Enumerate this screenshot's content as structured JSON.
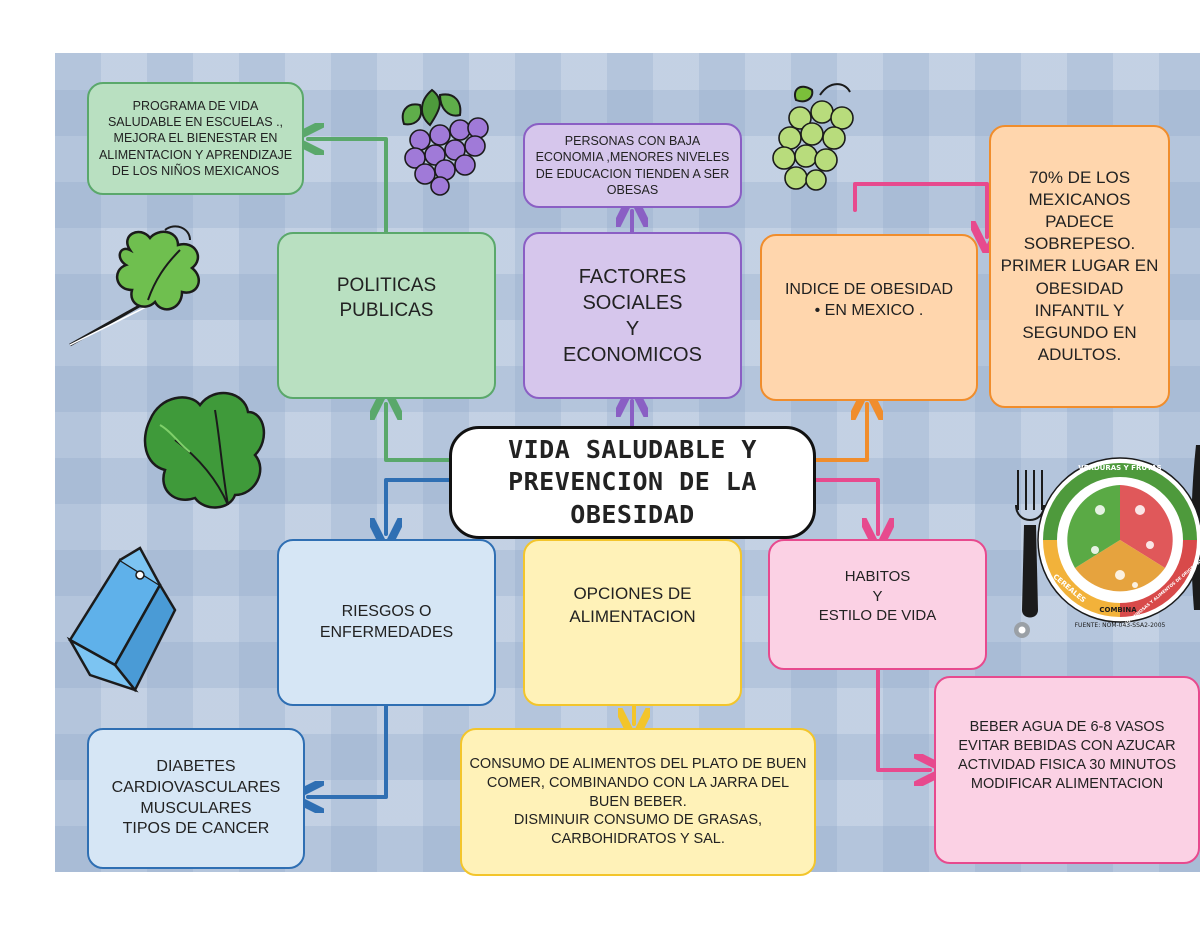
{
  "center": {
    "title": "VIDA SALUDABLE Y\nPREVENCION DE LA OBESIDAD"
  },
  "branches": {
    "politicas": {
      "label": "POLITICAS\nPUBLICAS",
      "detail": "PROGRAMA DE VIDA SALUDABLE EN ESCUELAS ., MEJORA EL BIENESTAR EN ALIMENTACION Y APRENDIZAJE DE LOS NIÑOS MEXICANOS"
    },
    "factores": {
      "label": "FACTORES\nSOCIALES\nY\nECONOMICOS",
      "detail": "PERSONAS CON BAJA ECONOMIA ,MENORES NIVELES DE EDUCACION TIENDEN A SER OBESAS"
    },
    "indice": {
      "label": "INDICE DE OBESIDAD\n•            EN MEXICO .",
      "detail": "70% DE LOS MEXICANOS PADECE SOBREPESO. PRIMER LUGAR EN OBESIDAD INFANTIL Y SEGUNDO EN ADULTOS."
    },
    "riesgos": {
      "label": "RIESGOS O\nENFERMEDADES",
      "detail": "DIABETES\nCARDIOVASCULARES\nMUSCULARES\nTIPOS DE CANCER"
    },
    "opciones": {
      "label": "OPCIONES DE\nALIMENTACION",
      "detail": "CONSUMO DE ALIMENTOS DEL PLATO DE BUEN COMER, COMBINANDO CON LA JARRA DEL BUEN BEBER.\nDISMINUIR CONSUMO DE GRASAS, CARBOHIDRATOS Y SAL."
    },
    "habitos": {
      "label": "HABITOS\nY\nESTILO DE VIDA",
      "detail": "BEBER AGUA DE 6-8 VASOS\nEVITAR BEBIDAS CON AZUCAR\nACTIVIDAD FISICA 30 MINUTOS\nMODIFICAR ALIMENTACION"
    }
  },
  "plate": {
    "ring_top": "VERDURAS Y FRUTAS",
    "ring_left": "CEREALES",
    "ring_right": "LEGUMINOSAS Y ALIMENTOS DE ORIGEN ANIMAL",
    "center_word": "COMBINA",
    "source": "FUENTE: NOM-043-SSA2-2005"
  },
  "colors": {
    "green": "#5aa86b",
    "purple": "#8a5fc4",
    "orange": "#f08d2c",
    "blue": "#2f6fb3",
    "yellow": "#f3c52b",
    "pink": "#e74a8e"
  },
  "icons": [
    "blackberry-icon",
    "grapes-icon",
    "kale-icon",
    "lettuce-icon",
    "milk-carton-icon",
    "fork-icon",
    "knife-icon",
    "plate-of-good-eating-icon"
  ]
}
